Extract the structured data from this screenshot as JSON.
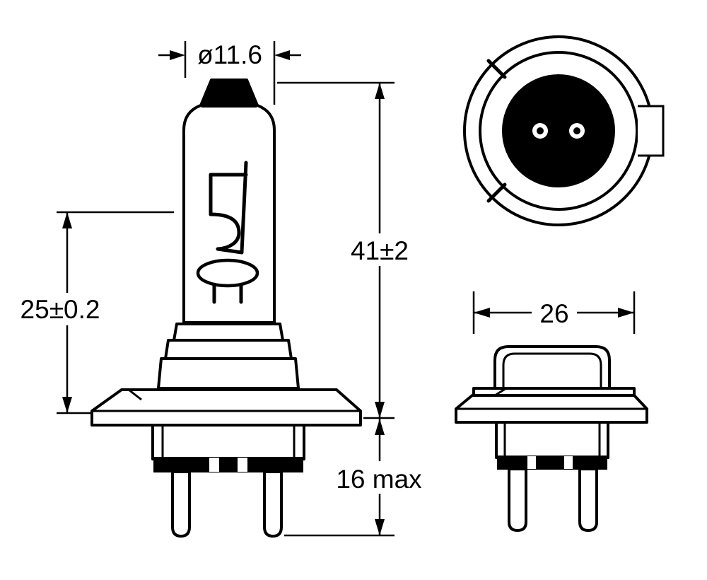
{
  "drawing": {
    "subject": "H7 halogen bulb technical dimension drawing",
    "colors": {
      "line": "#000000",
      "background": "#ffffff"
    },
    "dimensions": {
      "bulb_diameter": "ø11.6",
      "overall_length": "41±2",
      "light_center_length": "25±0.2",
      "base_depth": "16 max",
      "base_width": "26"
    }
  }
}
